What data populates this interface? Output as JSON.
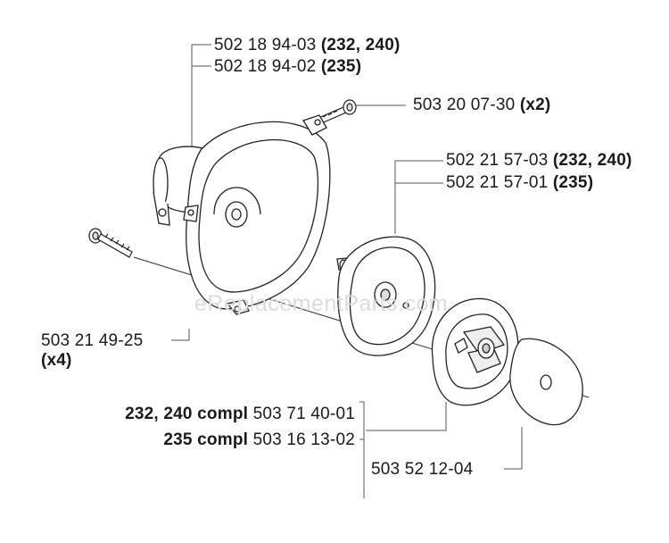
{
  "labels": {
    "housing_a": {
      "part": "502 18 94-03",
      "models": "(232, 240)"
    },
    "housing_b": {
      "part": "502 18 94-02",
      "models": "(235)"
    },
    "screw_top": {
      "part": "503 20 07-30",
      "qty": "(x2)"
    },
    "drum_a": {
      "part": "502 21 57-03",
      "models": "(232, 240)"
    },
    "drum_b": {
      "part": "502 21 57-01",
      "models": "(235)"
    },
    "screw_left": {
      "part": "503 21 49-25",
      "qty": "(x4)"
    },
    "clutch_a": {
      "models": "232, 240 compl",
      "part": "503 71 40-01"
    },
    "clutch_b": {
      "models": "235 compl",
      "part": "503 16 13-02"
    },
    "washer": {
      "part": "503 52 12-04"
    }
  },
  "watermark": "eReplacementParts.com",
  "colors": {
    "ink": "#1a1a1a",
    "watermark": "#dcdcdc",
    "leader": "#555555"
  }
}
